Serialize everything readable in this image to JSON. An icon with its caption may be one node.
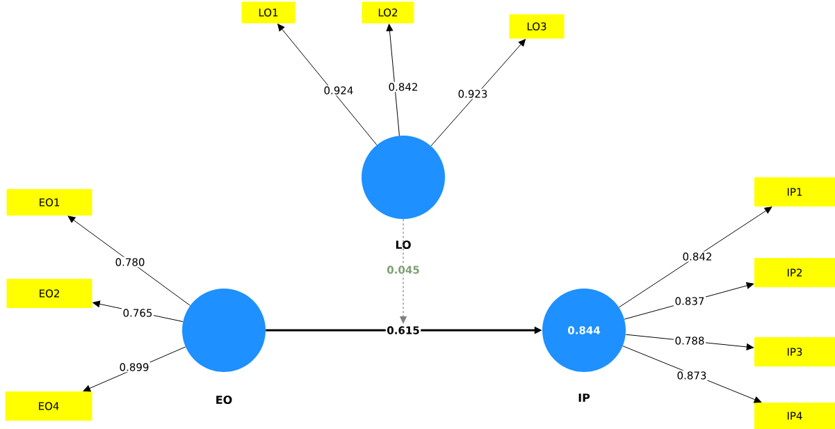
{
  "diagram": {
    "nodes": [
      {
        "text": [
          "LO1"
        ]
      },
      {
        "text": [
          "LO2"
        ]
      },
      {
        "text": [
          "LO3"
        ]
      },
      {
        "text": [
          "LO"
        ]
      },
      {
        "text": [
          "EO1"
        ]
      },
      {
        "text": [
          "IP1"
        ]
      },
      {
        "text": [
          "EO2"
        ]
      },
      {
        "text": [
          "IP2"
        ]
      },
      {
        "text": [
          "EO"
        ]
      },
      {
        "text": [
          "0.844",
          "IP"
        ]
      },
      {
        "text": [
          "IP3"
        ]
      },
      {
        "text": [
          "EO4"
        ]
      },
      {
        "text": [
          "IP4"
        ]
      }
    ],
    "edges": [
      {
        "from": 3,
        "to": 0,
        "arrow": "to",
        "label": "0.924"
      },
      {
        "from": 3,
        "to": 1,
        "arrow": "to",
        "label": "0.842"
      },
      {
        "from": 3,
        "to": 2,
        "arrow": "to",
        "label": "0.923"
      },
      {
        "from": 8,
        "to": 4,
        "arrow": "to",
        "label": "0.780"
      },
      {
        "from": 8,
        "to": 6,
        "arrow": "to",
        "label": "0.765"
      },
      {
        "from": 8,
        "to": 11,
        "arrow": "to",
        "label": "0.899"
      },
      {
        "from": 9,
        "to": 5,
        "arrow": "to",
        "label": "0.842"
      },
      {
        "from": 9,
        "to": 7,
        "arrow": "to",
        "label": "0.837"
      },
      {
        "from": 9,
        "to": 10,
        "arrow": "to",
        "label": "0.788"
      },
      {
        "from": 9,
        "to": 12,
        "arrow": "to",
        "label": "0.873"
      },
      {
        "from": 8,
        "to": 9,
        "arrow": "to",
        "label": "0.615",
        "style": "thick"
      },
      {
        "from": 3,
        "to": null,
        "arrow": "to",
        "label": "0.045",
        "style": "dashed",
        "color": "#808080"
      }
    ]
  }
}
